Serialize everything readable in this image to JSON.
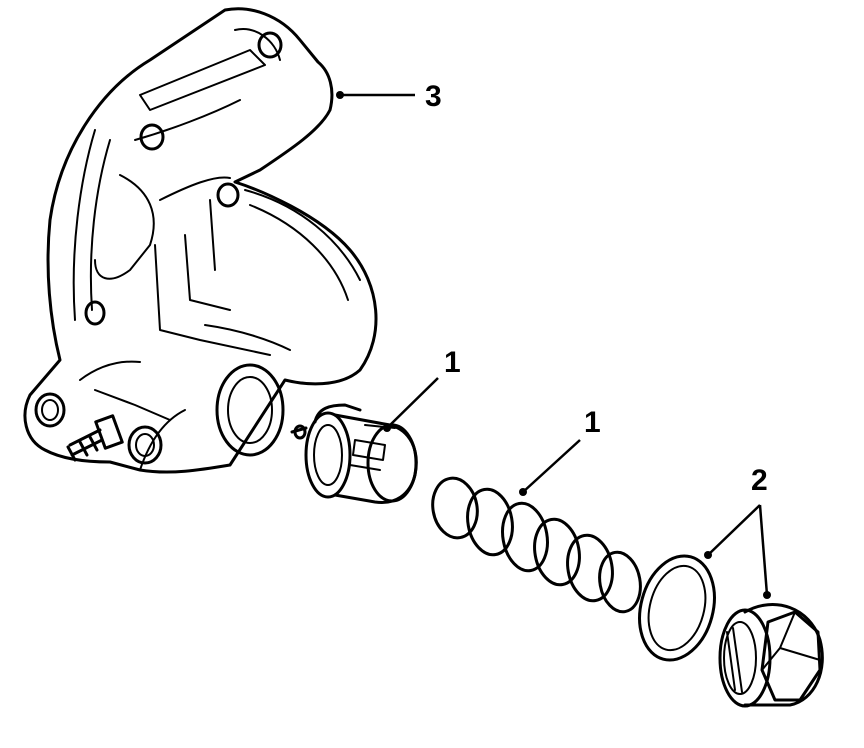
{
  "callouts": [
    {
      "id": "callout-3",
      "label": "3"
    },
    {
      "id": "callout-1a",
      "label": "1"
    },
    {
      "id": "callout-1b",
      "label": "1"
    },
    {
      "id": "callout-2",
      "label": "2"
    }
  ],
  "colors": {
    "line": "#000000",
    "background": "#ffffff"
  }
}
